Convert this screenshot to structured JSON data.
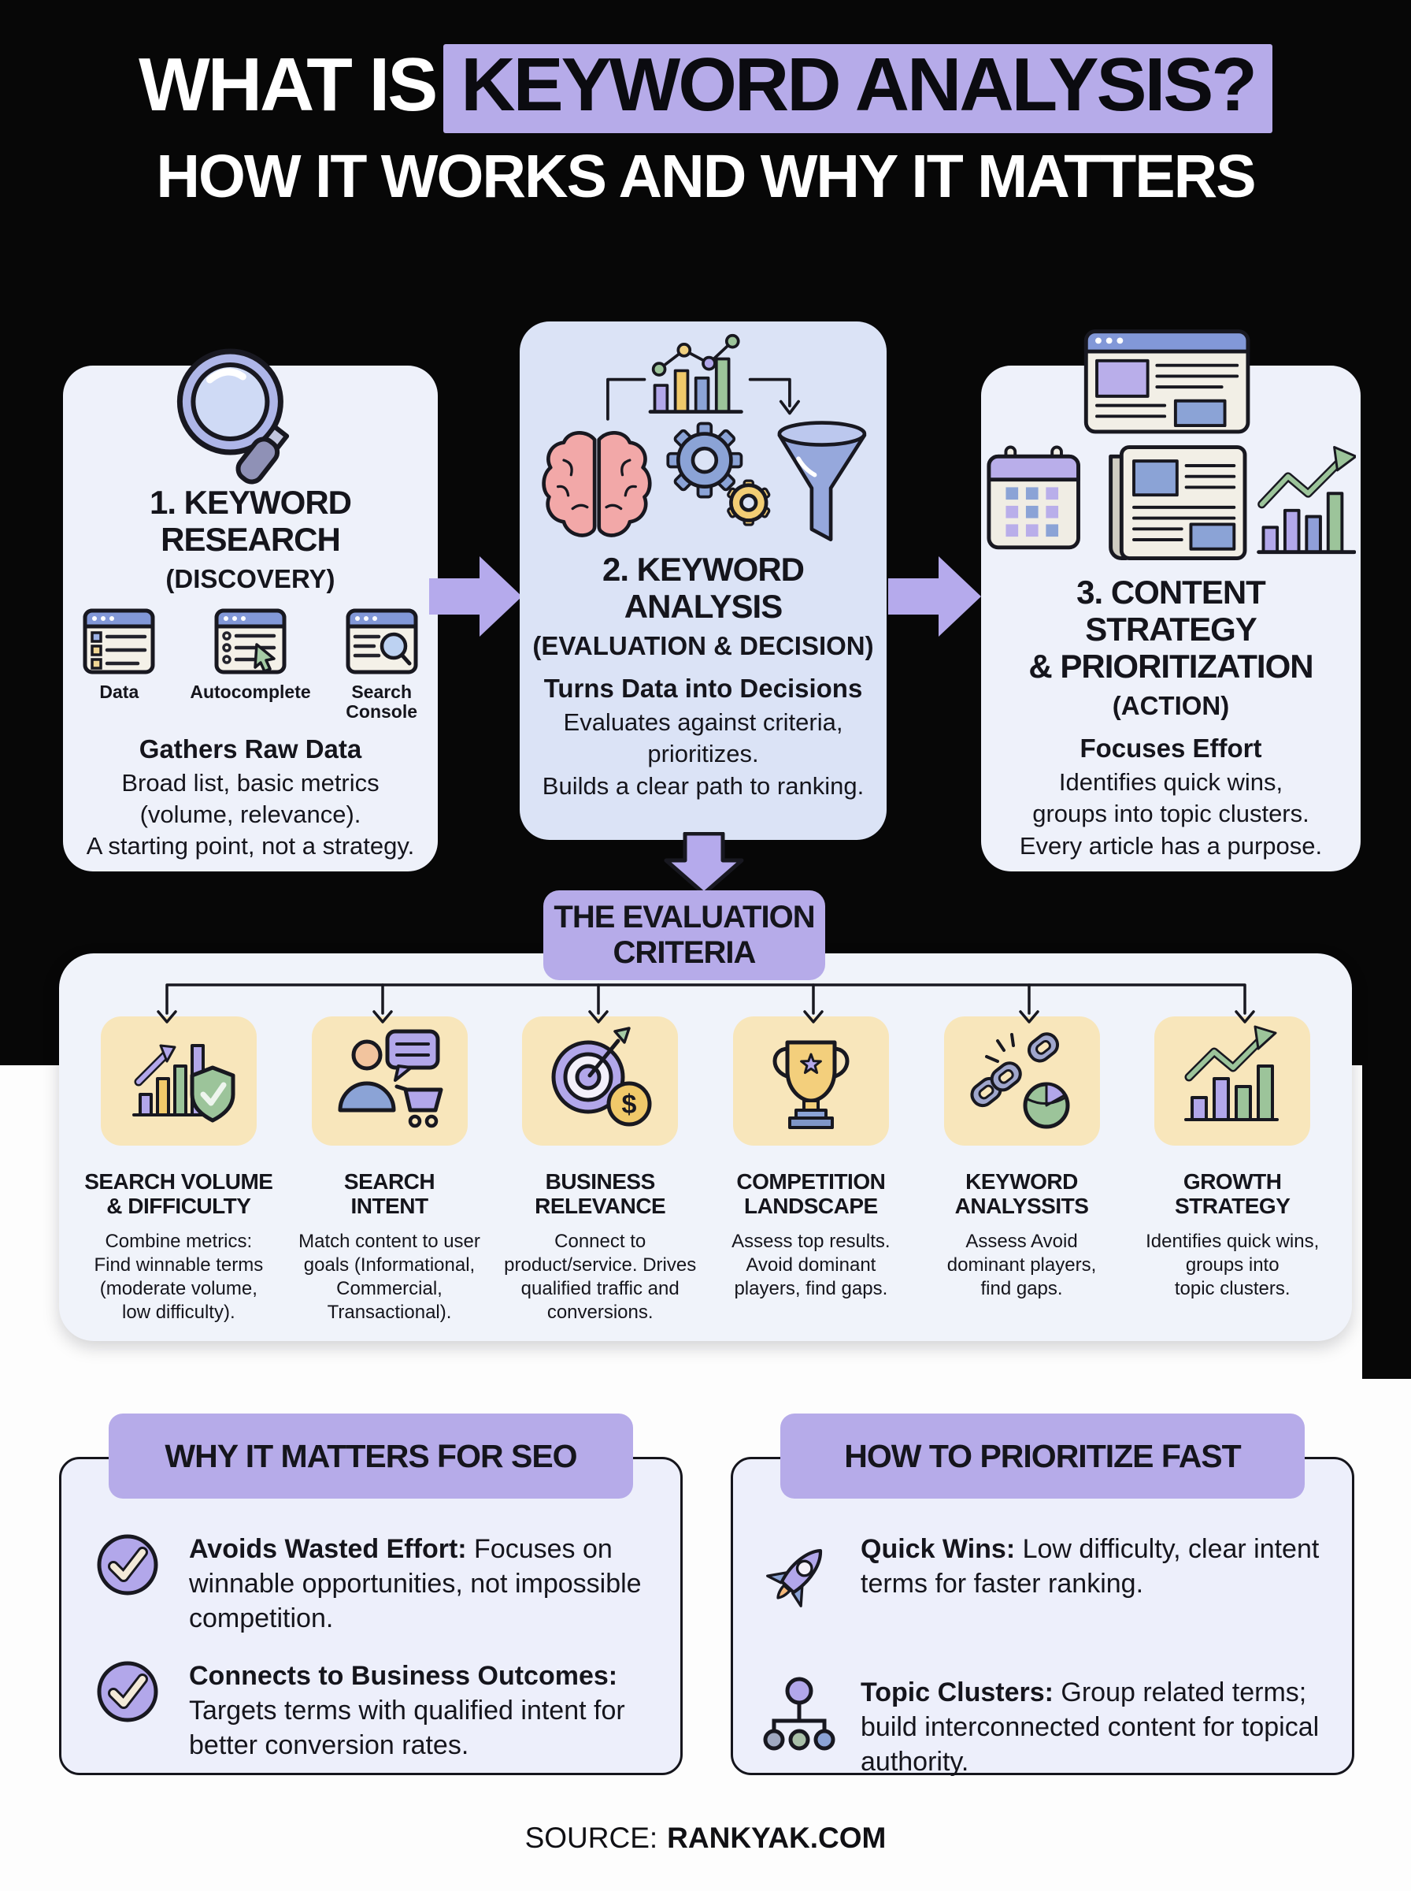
{
  "colors": {
    "accent": "#b6abe9",
    "page_black": "#070707",
    "page_white": "#fdfdfd",
    "card": "#eef1fa",
    "card_mid": "#dbe3f6",
    "panel": "#f0f3fa",
    "tile": "#f8e6bb",
    "ink": "#15151c"
  },
  "title": {
    "line1_white": "WHAT IS",
    "line1_highlight": "KEYWORD ANALYSIS?",
    "line2": "HOW IT WORKS AND WHY IT MATTERS"
  },
  "steps": [
    {
      "title": "1. KEYWORD\nRESEARCH",
      "subtitle": "(DISCOVERY)",
      "tools": [
        "Data",
        "Autocomplete",
        "Search\nConsole"
      ],
      "lead": "Gathers Raw Data",
      "body": "Broad list, basic metrics\n(volume, relevance).\nA starting point, not a strategy."
    },
    {
      "title": "2. KEYWORD\nANALYSIS",
      "subtitle": "(EVALUATION & DECISION)",
      "lead": "Turns Data into Decisions",
      "body": "Evaluates against criteria,\nprioritizes.\nBuilds a clear path to ranking."
    },
    {
      "title": "3. CONTENT\nSTRATEGY\n& PRIORITIZATION",
      "subtitle": "(ACTION)",
      "lead": "Focuses Effort",
      "body": "Identifies quick wins,\ngroups into topic clusters.\nEvery article has a purpose."
    }
  ],
  "criteria_section": {
    "header": "THE EVALUATION\nCRITERIA",
    "items": [
      {
        "title": "SEARCH VOLUME\n& DIFFICULTY",
        "desc": "Combine metrics:\nFind winnable terms\n(moderate volume,\nlow difficulty)."
      },
      {
        "title": "SEARCH\nINTENT",
        "desc": "Match content to user\ngoals (Informational,\nCommercial,\nTransactional)."
      },
      {
        "title": "BUSINESS\nRELEVANCE",
        "desc": "Connect to\nproduct/service. Drives\nqualified traffic and\nconversions."
      },
      {
        "title": "COMPETITION\nLANDSCAPE",
        "desc": "Assess top results.\nAvoid dominant\nplayers, find gaps."
      },
      {
        "title": "KEYWORD\nANALYSSITS",
        "desc": "Assess Avoid\ndominant players,\nfind gaps."
      },
      {
        "title": "GROWTH\nSTRATEGY",
        "desc": "Identifies quick wins,\ngroups into\ntopic clusters."
      }
    ]
  },
  "why_matters": {
    "header": "WHY IT MATTERS FOR SEO",
    "items": [
      {
        "lead": "Avoids Wasted Effort:",
        "text": " Focuses on winnable opportunities, not impossible competition."
      },
      {
        "lead": "Connects to Business Outcomes:",
        "text": " Targets terms with qualified intent for better conversion rates."
      }
    ]
  },
  "prioritize": {
    "header": "HOW TO PRIORITIZE FAST",
    "items": [
      {
        "lead": "Quick Wins:",
        "text": " Low difficulty, clear intent terms for faster ranking."
      },
      {
        "lead": "Topic Clusters:",
        "text": " Group related terms; build interconnected content for topical authority."
      }
    ]
  },
  "icons": {
    "dollar_glyph": "$",
    "step1": [
      "magnifying-glass",
      "data-table",
      "autocomplete-cursor",
      "search-console"
    ],
    "step2": [
      "mini-chart",
      "brain",
      "gears",
      "funnel"
    ],
    "step3": [
      "browser-page",
      "calendar",
      "newspaper",
      "growth-chart"
    ],
    "criteria": [
      "bars-shield-check",
      "user-bubble-cart",
      "target-dollar",
      "trophy-star",
      "broken-chain-globe",
      "growth-bars-arrow"
    ],
    "why_matters": "check-circle",
    "prioritize": [
      "rocket",
      "topic-cluster-tree"
    ]
  },
  "footer": {
    "label": "SOURCE:",
    "value": "RANKYAK.COM"
  }
}
